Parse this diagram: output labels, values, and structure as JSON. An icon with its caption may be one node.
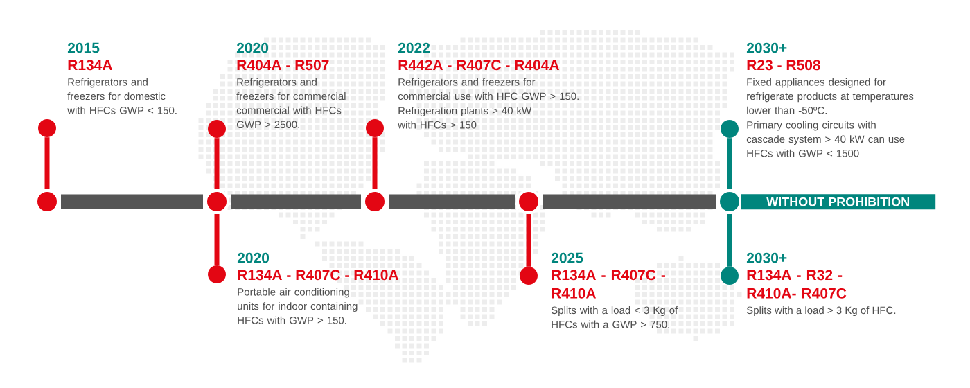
{
  "diagram": {
    "nodes": [
      {
        "text": [],
        "shape": "circle",
        "beside": [
          "2015",
          "R134A",
          "Refrigerators and freezers for domestic with HFCs GWP < 150."
        ]
      },
      {
        "text": [],
        "shape": "circle",
        "beside": [
          "2020",
          "R404A - R507",
          "Refrigerators and freezers for commercial commercial with HFCs GWP > 2500."
        ]
      },
      {
        "text": [],
        "shape": "circle",
        "beside": [
          "2022",
          "R442A - R407C - R404A",
          "Refrigerators and freezers for commercial use with HFC GWP > 150.",
          "Refrigeration plants > 40 kW with HFCs > 150"
        ]
      },
      {
        "text": [],
        "shape": "circle",
        "beside": [
          "2030+",
          "R23 - R508",
          "Fixed appliances designed for refrigerate products at temperatures lower than -50ºC.",
          "Primary cooling circuits with cascade system > 40 kW can use HFCs with GWP < 1500"
        ]
      },
      {
        "text": [],
        "shape": "circle"
      },
      {
        "text": [],
        "shape": "circle"
      },
      {
        "text": [],
        "shape": "circle"
      },
      {
        "text": [],
        "shape": "circle"
      },
      {
        "text": [],
        "shape": "circle"
      },
      {
        "text": [
          "WITHOUT PROHIBITION"
        ]
      },
      {
        "text": [],
        "shape": "circle",
        "beside": [
          "2020",
          "R134A - R407C - R410A",
          "Portable air conditioning units for indoor containing HFCs with GWP > 150."
        ]
      },
      {
        "text": [],
        "shape": "circle",
        "beside": [
          "2025",
          "R134A - R407C - R410A",
          "Splits with a load < 3 Kg of HFCs with a GWP > 750."
        ]
      },
      {
        "text": [],
        "shape": "circle",
        "beside": [
          "2030+",
          "R134A - R32 - R410A- R407C",
          "Splits with a load > 3 Kg of HFC."
        ]
      }
    ],
    "edges": [
      {
        "from": 0,
        "to": 4,
        "arrow": "none"
      },
      {
        "from": 1,
        "to": 5,
        "arrow": "none"
      },
      {
        "from": 2,
        "to": 6,
        "arrow": "none"
      },
      {
        "from": 3,
        "to": 8,
        "arrow": "none",
        "color": "#00857d"
      },
      {
        "from": 4,
        "to": 5,
        "arrow": "none",
        "style": "thick",
        "color": "#555555"
      },
      {
        "from": 5,
        "to": 6,
        "arrow": "none",
        "style": "thick",
        "color": "#555555"
      },
      {
        "from": 6,
        "to": 7,
        "arrow": "none",
        "style": "thick",
        "color": "#555555"
      },
      {
        "from": 7,
        "to": 8,
        "arrow": "none",
        "style": "thick",
        "color": "#555555"
      },
      {
        "from": 5,
        "to": 10,
        "arrow": "none"
      },
      {
        "from": 7,
        "to": 11,
        "arrow": "none"
      },
      {
        "from": 8,
        "to": 12,
        "arrow": "none",
        "color": "#00857d"
      }
    ]
  }
}
